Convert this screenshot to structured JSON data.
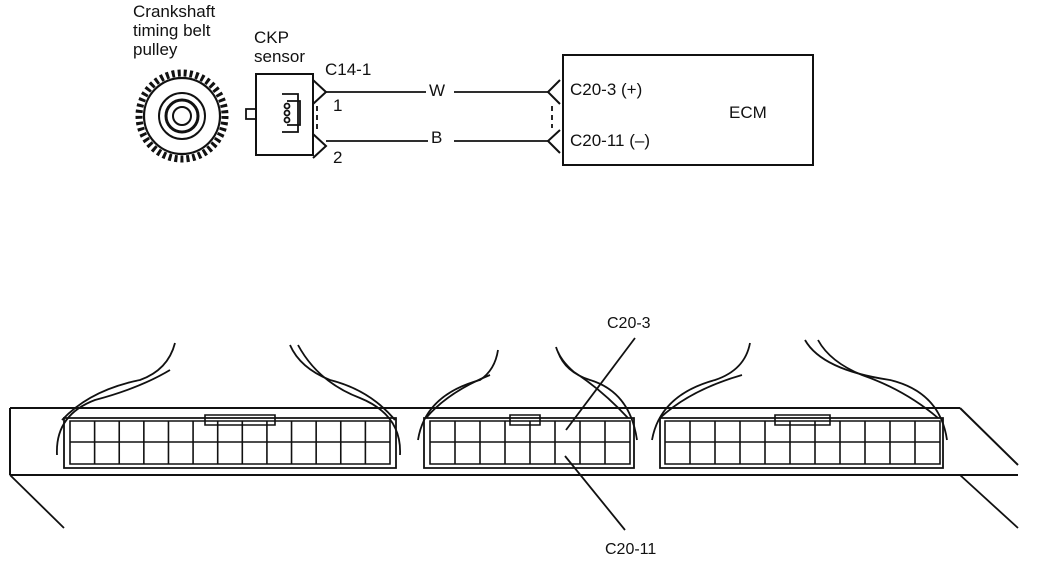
{
  "labels": {
    "pulley": "Crankshaft timing belt pulley",
    "sensor": "CKP sensor",
    "sensor_connector": "C14-1",
    "pin_1": "1",
    "pin_2": "2",
    "wire_white": "W",
    "wire_black": "B",
    "ecm_pin_plus": "C20-3 (+)",
    "ecm_pin_minus": "C20-11 (–)",
    "ecm": "ECM",
    "callout_c20_3": "C20-3",
    "callout_c20_11": "C20-11"
  },
  "colors": {
    "ink": "#111111",
    "background": "#ffffff"
  }
}
